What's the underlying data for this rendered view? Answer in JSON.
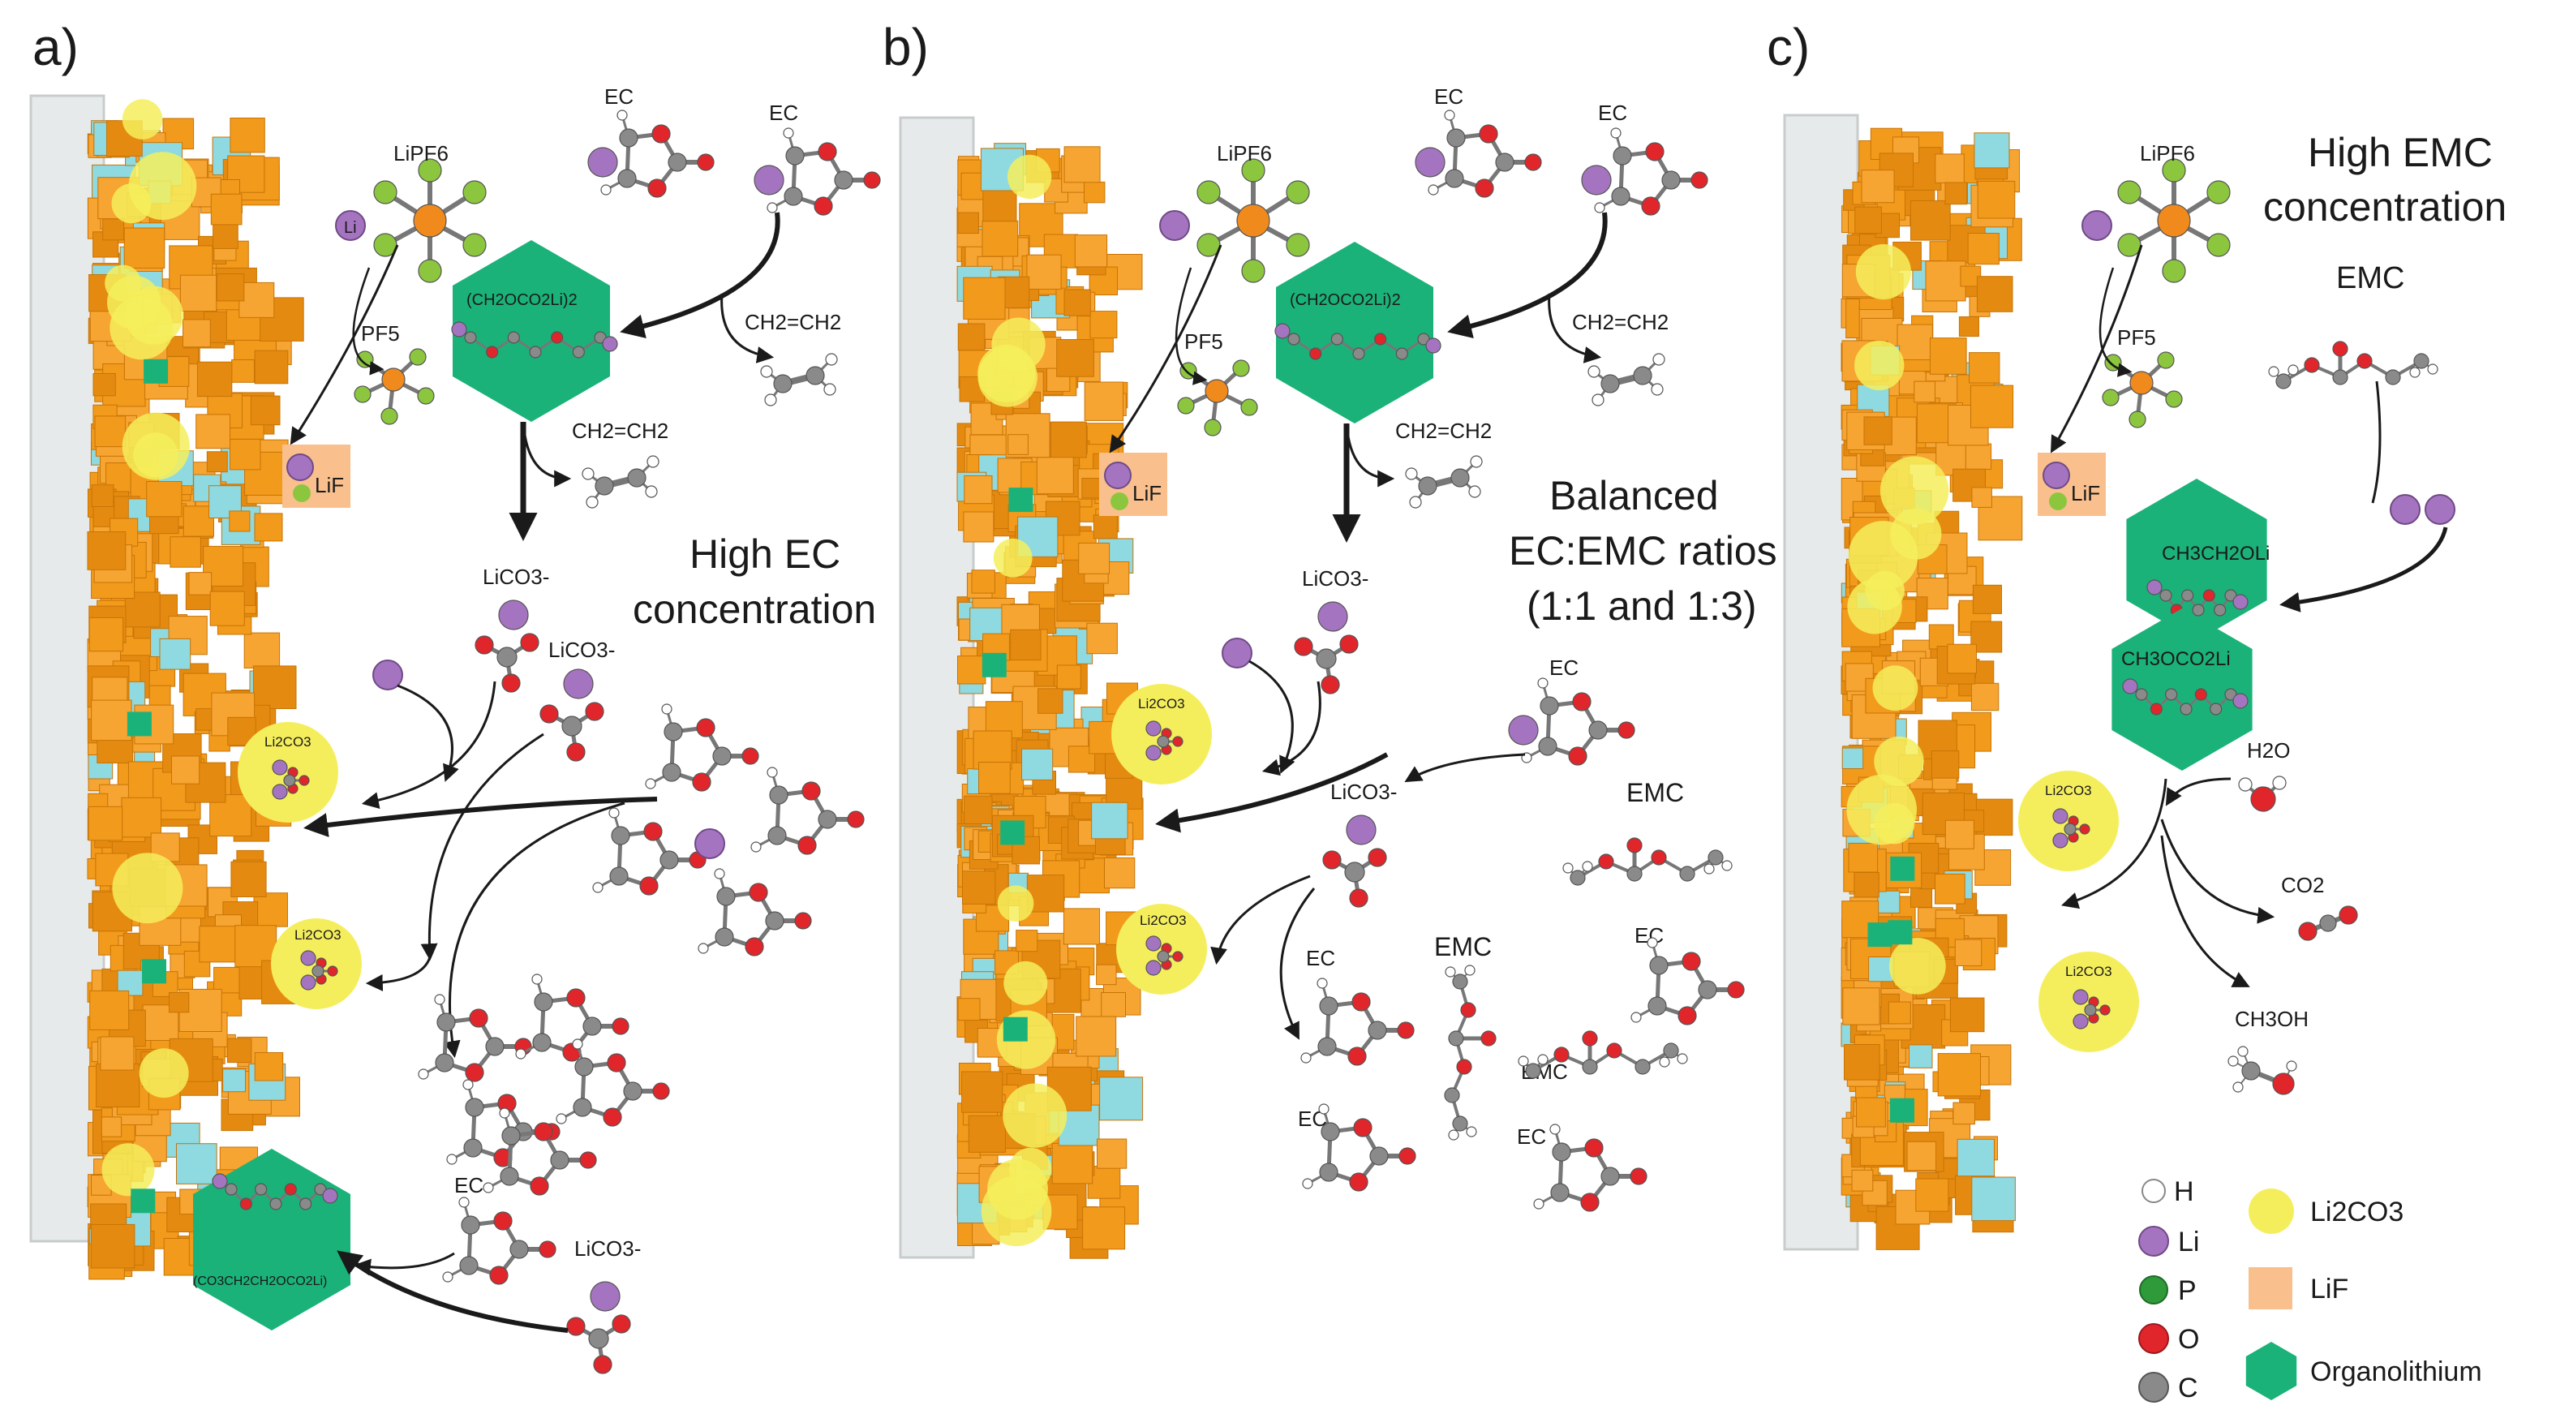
{
  "panels": {
    "a": {
      "letter": "a)",
      "labels": {
        "salt": "LiPF6",
        "pf5": "PF5",
        "lif": "LiF",
        "li": "Li",
        "ec1": "EC",
        "ec2": "EC",
        "ethylene1": "CH2=CH2",
        "ethylene2": "CH2=CH2",
        "organo_top": "(CH2OCO2Li)2",
        "licoa": "LiCO3-",
        "licob": "LiCO3-",
        "li2co3a": "Li2CO3",
        "li2co3b": "Li2CO3",
        "ec3": "EC",
        "licoc": "LiCO3-",
        "organo_bottom": "(CO3CH2CH2OCO2Li)"
      },
      "condition_line1": "High EC",
      "condition_line2": "concentration"
    },
    "b": {
      "letter": "b)",
      "labels": {
        "salt": "LiPF6",
        "pf5": "PF5",
        "lif": "LiF",
        "ec1": "EC",
        "ec2": "EC",
        "ethylene1": "CH2=CH2",
        "ethylene2": "CH2=CH2",
        "organo_top": "(CH2OCO2Li)2",
        "licoa": "LiCO3-",
        "licob": "LiCO3-",
        "li2co3a": "Li2CO3",
        "li2co3b": "Li2CO3",
        "ec3": "EC",
        "emc1": "EMC",
        "ec4": "EC",
        "ec5": "EC",
        "emc2": "EMC",
        "emc3": "EMC",
        "ec6": "EC",
        "ec7": "EC"
      },
      "condition_line1": "Balanced",
      "condition_line2": "EC:EMC ratios",
      "condition_line3": "(1:1 and 1:3)"
    },
    "c": {
      "letter": "c)",
      "labels": {
        "salt": "LiPF6",
        "pf5": "PF5",
        "lif": "LiF",
        "emc": "EMC",
        "organo1": "CH3CH2OLi",
        "organo2": "CH3OCO2Li",
        "h2o": "H2O",
        "co2": "CO2",
        "ch3oh": "CH3OH",
        "li2co3a": "Li2CO3",
        "li2co3b": "Li2CO3"
      },
      "condition_line1": "High EMC",
      "condition_line2": "concentration"
    }
  },
  "legend": {
    "atoms": [
      "H",
      "Li",
      "P",
      "O",
      "C"
    ],
    "phases": [
      "Li2CO3",
      "LiF",
      "Organolithium"
    ]
  },
  "colors": {
    "electrode": "#e6eaea",
    "sei_orange": "#f29a1c",
    "sei_cyan": "#8fd9e0",
    "li2co3": "#f5ee5c",
    "lif": "#f9c08e",
    "organolithium": "#1bb27a",
    "li_atom": "#a574c0",
    "p_atom": "#f08a1c",
    "f_atom": "#8cc63f",
    "o_atom": "#e0262b",
    "c_atom": "#8a8a8a",
    "h_atom": "#ffffff"
  }
}
